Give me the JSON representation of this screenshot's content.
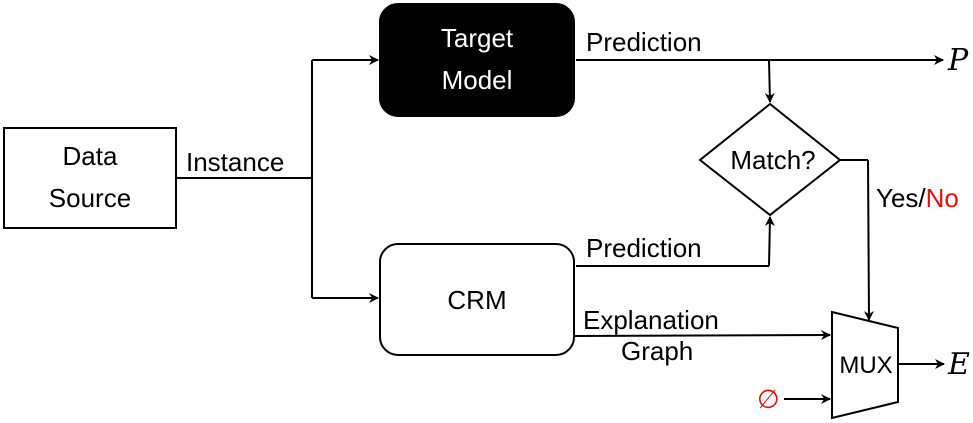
{
  "nodes": {
    "data_source": {
      "line1": "Data",
      "line2": "Source"
    },
    "target_model": {
      "line1": "Target",
      "line2": "Model"
    },
    "crm": {
      "label": "CRM"
    },
    "match": {
      "label": "Match?"
    },
    "mux": {
      "label": "MUX"
    }
  },
  "edges": {
    "instance": "Instance",
    "prediction_top": "Prediction",
    "prediction_bottom": "Prediction",
    "explanation_line1": "Explanation",
    "explanation_line2": "Graph",
    "yes": "Yes/",
    "no": "No",
    "empty_set": "∅"
  },
  "outputs": {
    "p": "P",
    "e": "E"
  },
  "colors": {
    "red": "#e0120f",
    "target_fill": "#000000"
  }
}
